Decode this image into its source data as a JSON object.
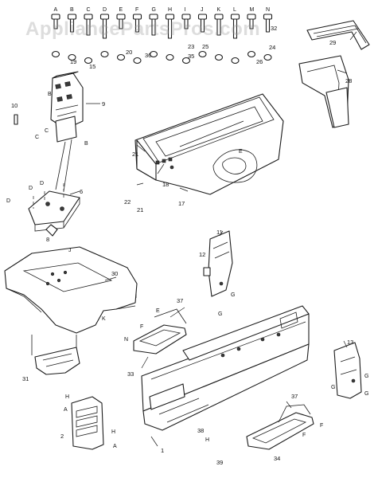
{
  "watermark": "AppliancePartsPros.com",
  "hardware_letters": [
    "A",
    "B",
    "C",
    "D",
    "E",
    "F",
    "G",
    "H",
    "I",
    "J",
    "K",
    "L",
    "M",
    "N"
  ],
  "callouts": {
    "c2": "2",
    "c6": "6",
    "c8": "8",
    "c9": "9",
    "c10": "10",
    "c11": "11",
    "c12": "12",
    "c13": "13",
    "c15": "15",
    "c17": "17",
    "c18": "18",
    "c19": "19",
    "c20": "20",
    "c21a": "21",
    "c21b": "21",
    "c22": "22",
    "c23": "23",
    "c24": "24",
    "c25": "25",
    "c26": "26",
    "c28": "28",
    "c29": "29",
    "c30": "30",
    "c31": "31",
    "c32": "32",
    "c33": "33",
    "c34": "34",
    "c35": "35",
    "c36": "36",
    "c37a": "37",
    "c37b": "37",
    "c38": "38",
    "c39": "39",
    "c1": "1"
  },
  "markers": {
    "m_B1": "B",
    "m_B2": "B",
    "m_C1": "C",
    "m_C2": "C",
    "m_D1": "D",
    "m_D2": "D",
    "m_D3": "D",
    "m_E1": "E",
    "m_E2": "E",
    "m_F1": "F",
    "m_F2": "F",
    "m_F3": "F",
    "m_G1": "G",
    "m_G2": "G",
    "m_G3": "G",
    "m_G4": "G",
    "m_G5": "G",
    "m_H1": "H",
    "m_H2": "H",
    "m_H3": "H",
    "m_I1": "I",
    "m_J1": "J",
    "m_K1": "K",
    "m_N1": "N",
    "m_A1": "A",
    "m_A2": "A"
  }
}
